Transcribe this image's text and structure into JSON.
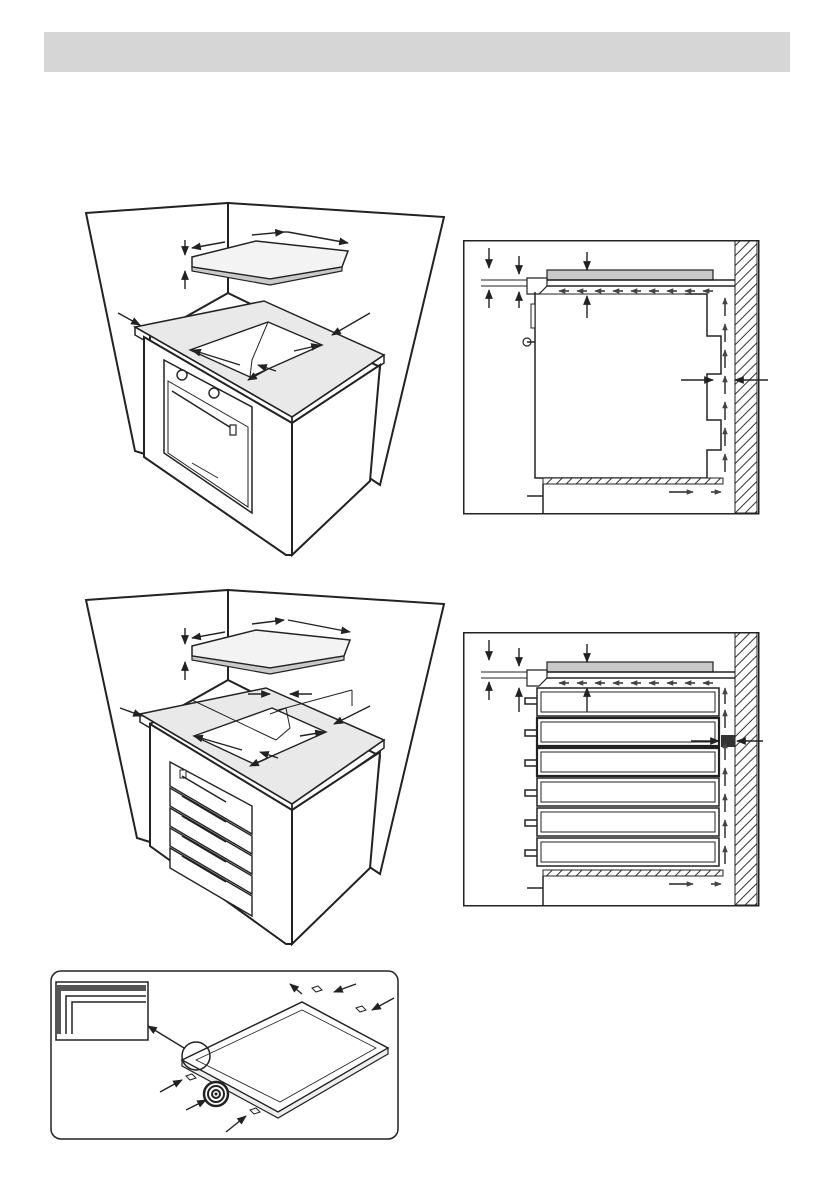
{
  "page": {
    "header_title": ""
  },
  "figures": [
    {
      "id": "oven-installation",
      "caption": ""
    },
    {
      "id": "oven-cross-section",
      "caption": ""
    },
    {
      "id": "drawer-installation",
      "caption": ""
    },
    {
      "id": "drawer-cross-section",
      "caption": ""
    },
    {
      "id": "seal-tape-application",
      "caption": ""
    }
  ]
}
